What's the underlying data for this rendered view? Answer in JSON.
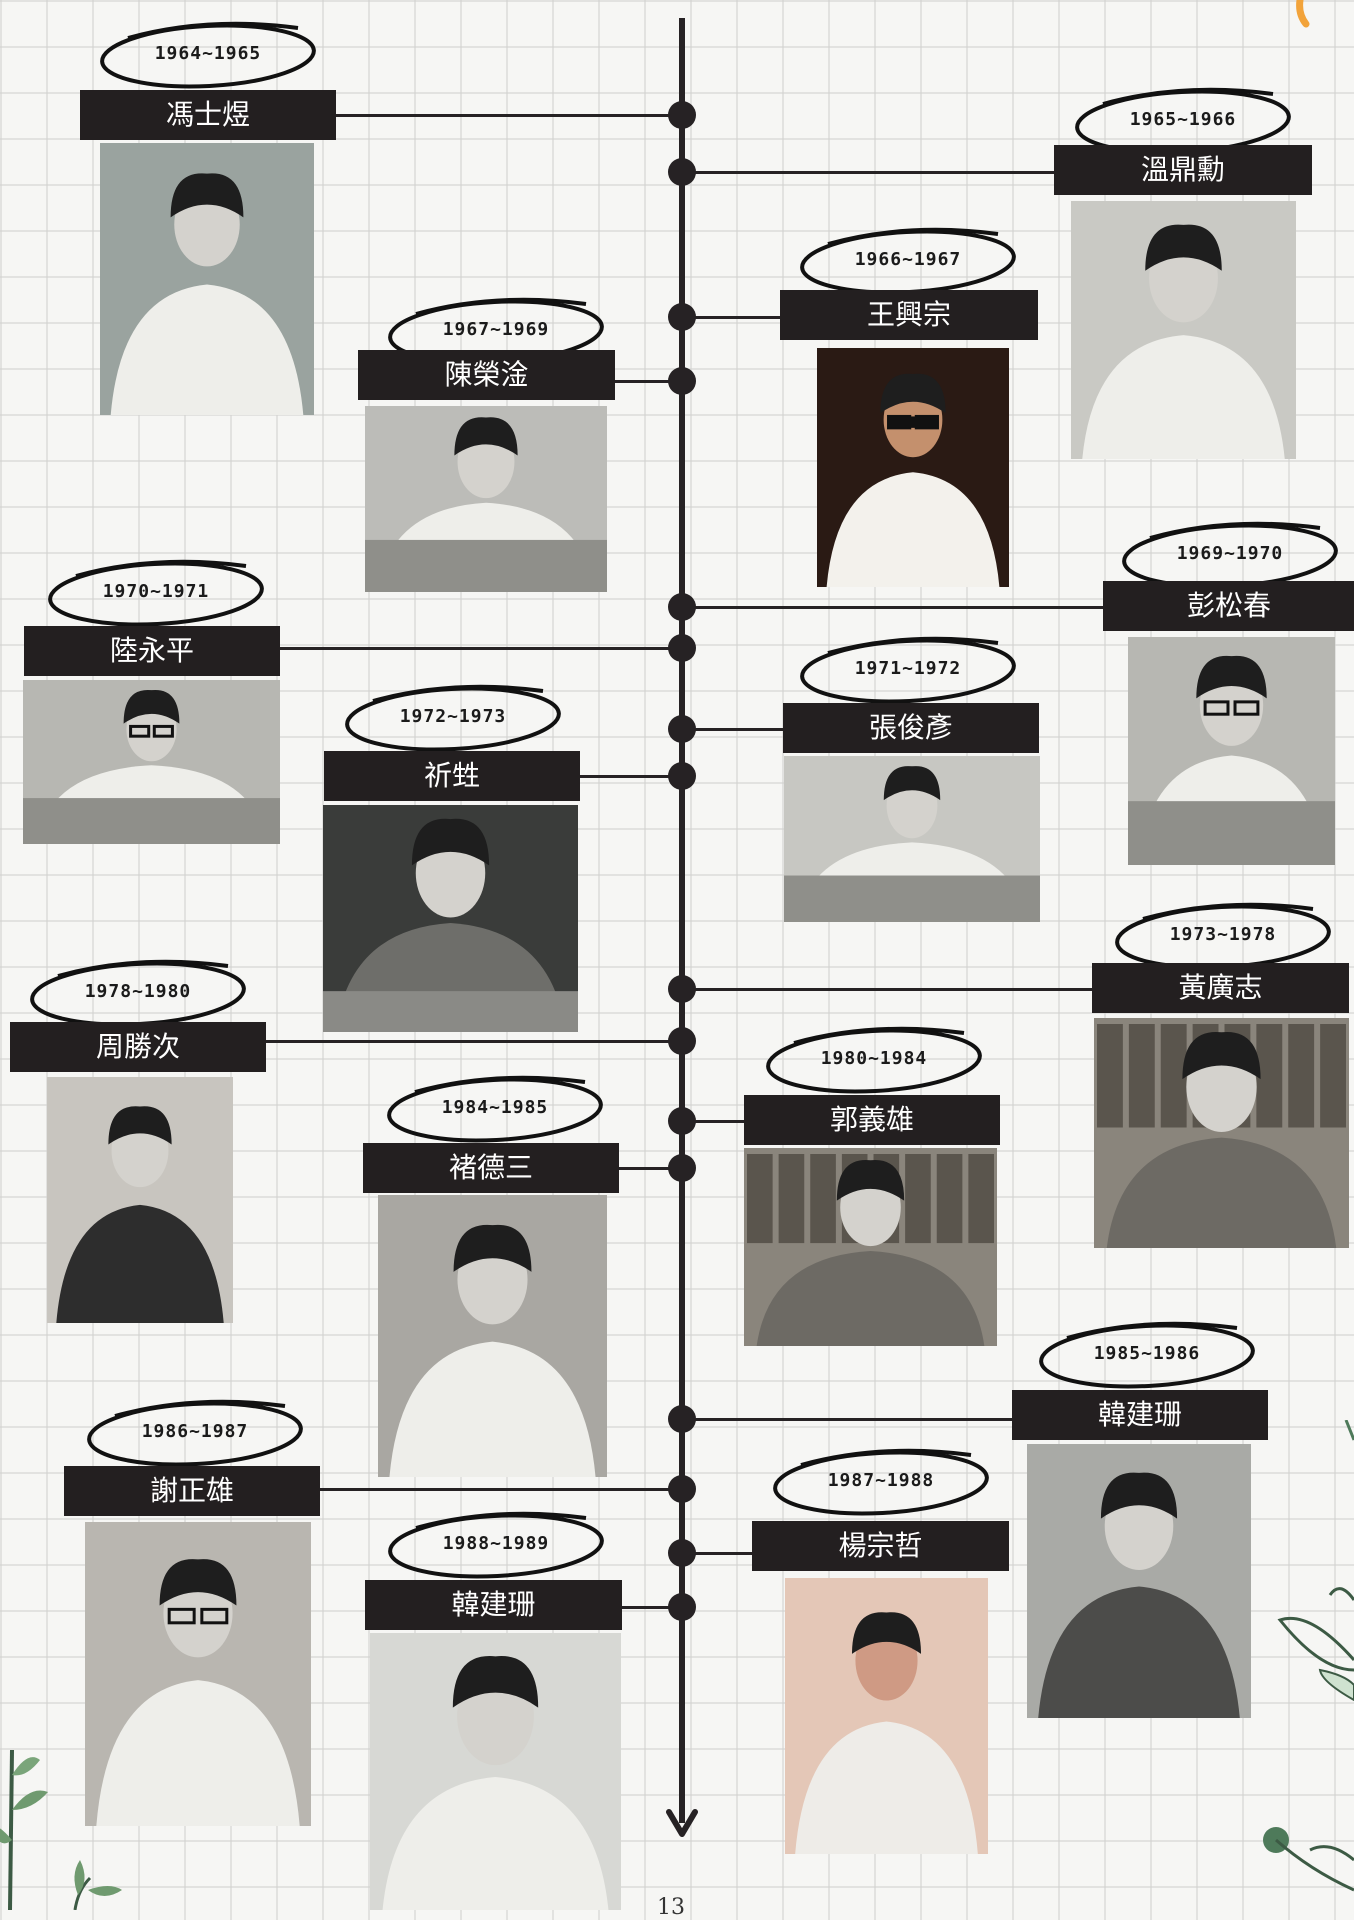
{
  "entries": [
    {
      "year": "1964~1965",
      "name": "馮士煜"
    },
    {
      "year": "1965~1966",
      "name": "溫鼎勳"
    },
    {
      "year": "1966~1967",
      "name": "王興宗"
    },
    {
      "year": "1967~1969",
      "name": "陳榮淦"
    },
    {
      "year": "1969~1970",
      "name": "彭松春"
    },
    {
      "year": "1970~1971",
      "name": "陸永平"
    },
    {
      "year": "1971~1972",
      "name": "張俊彥"
    },
    {
      "year": "1972~1973",
      "name": "祈甡"
    },
    {
      "year": "1973~1978",
      "name": "黃廣志"
    },
    {
      "year": "1978~1980",
      "name": "周勝次"
    },
    {
      "year": "1980~1984",
      "name": "郭義雄"
    },
    {
      "year": "1984~1985",
      "name": "褚德三"
    },
    {
      "year": "1985~1986",
      "name": "韓建珊"
    },
    {
      "year": "1986~1987",
      "name": "謝正雄"
    },
    {
      "year": "1987~1988",
      "name": "楊宗哲"
    },
    {
      "year": "1988~1989",
      "name": "韓建珊"
    }
  ],
  "page_number": "13"
}
